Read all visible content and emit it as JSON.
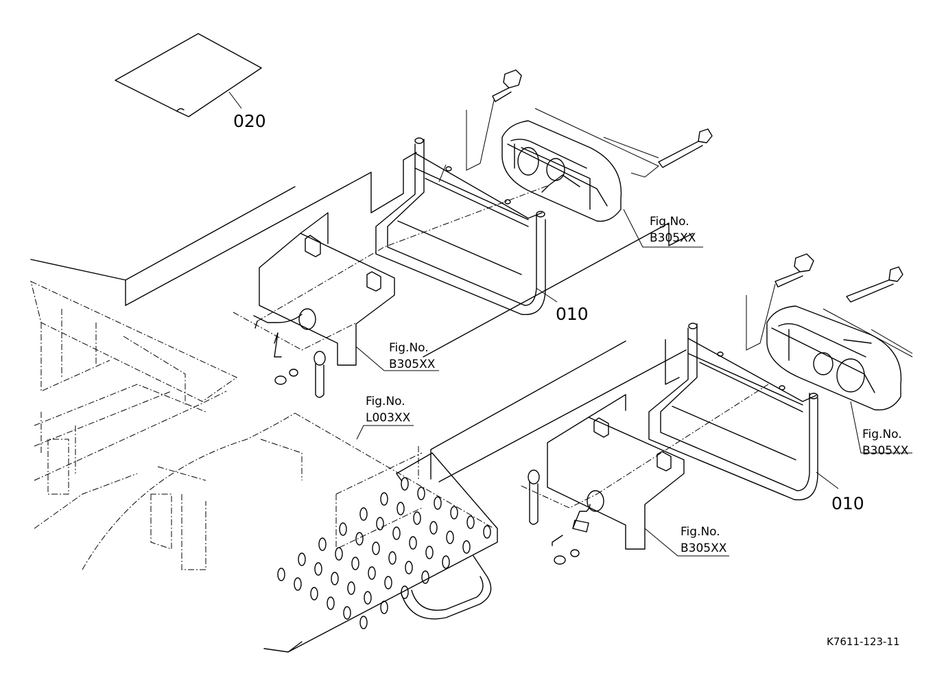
{
  "labels": {
    "part_020": "020",
    "part_010_upper": "010",
    "part_010_lower": "010",
    "fig_no": "Fig.No.",
    "b305": "B305XX",
    "l003": "L003XX",
    "drawing_ref": "K7611-123-11"
  }
}
